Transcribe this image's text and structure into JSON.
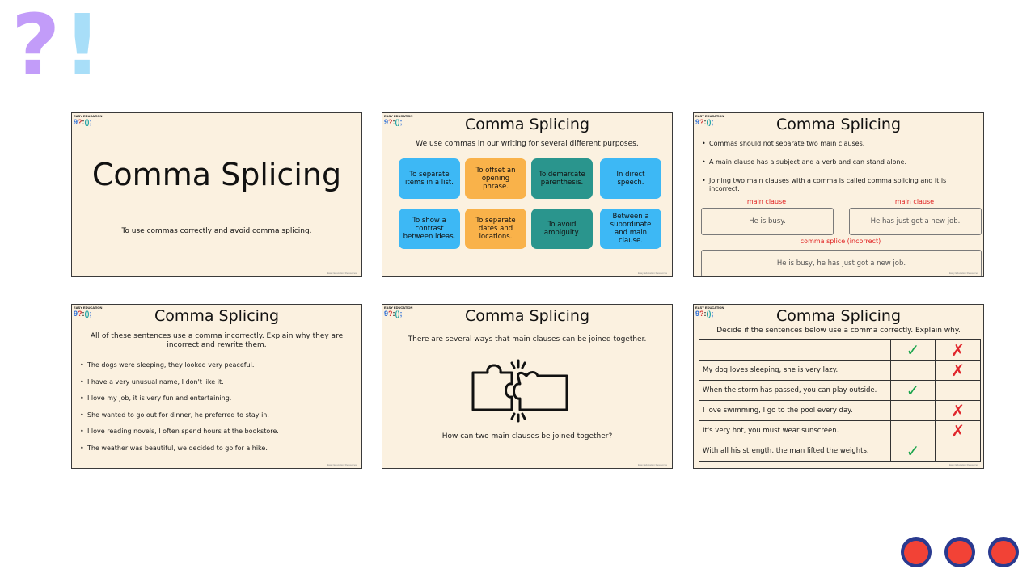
{
  "deco": {
    "question_mark": "?",
    "exclamation_mark": "!"
  },
  "logo": {
    "text": "EASY EDUCATION",
    "glyph1": "9",
    "glyph2": "?",
    "glyph3": ":",
    "glyph4": "()",
    "glyph5": ";"
  },
  "footer": "Easy Education Resources",
  "slide1": {
    "title": "Comma Splicing",
    "subtitle": "To use commas correctly and avoid comma splicing."
  },
  "slide2": {
    "title": "Comma Splicing",
    "intro": "We use commas in our writing for several different purposes.",
    "tiles": [
      {
        "text": "To separate items in a list.",
        "color": "#3db8f5"
      },
      {
        "text": "To offset an opening phrase.",
        "color": "#f9b24a"
      },
      {
        "text": "To demarcate parenthesis.",
        "color": "#2a958d"
      },
      {
        "text": "In direct speech.",
        "color": "#3db8f5"
      },
      {
        "text": "To show a contrast between ideas.",
        "color": "#3db8f5"
      },
      {
        "text": "To separate dates and locations.",
        "color": "#f9b24a"
      },
      {
        "text": "To avoid ambiguity.",
        "color": "#2a958d"
      },
      {
        "text": "Between a subordinate and main clause.",
        "color": "#3db8f5"
      }
    ]
  },
  "slide3": {
    "title": "Comma Splicing",
    "bullets": [
      "Commas should not separate two main clauses.",
      "A main clause has a subject and a verb and can stand alone.",
      "Joining two main clauses with a comma is called comma splicing and it is incorrect."
    ],
    "label_left": "main clause",
    "label_right": "main clause",
    "box_left": "He is busy.",
    "box_right": "He has just got a new job.",
    "splice_label": "comma splice (incorrect)",
    "splice_box": "He is busy, he has just got a new job."
  },
  "slide4": {
    "title": "Comma Splicing",
    "intro": "All of these sentences use a comma incorrectly. Explain why they are incorrect and rewrite them.",
    "bullets": [
      "The dogs were sleeping, they looked very peaceful.",
      "I have a very unusual name, I don't like it.",
      "I love my job, it is very fun and entertaining.",
      "She wanted to go out for dinner, he preferred to stay in.",
      "I love reading novels, I often spend hours at the bookstore.",
      "The weather was beautiful, we decided to go for a hike."
    ]
  },
  "slide5": {
    "title": "Comma Splicing",
    "intro": "There are several ways that main clauses can be joined together.",
    "question": "How can two main clauses be joined together?",
    "icon": "puzzle-pieces-icon"
  },
  "slide6": {
    "title": "Comma Splicing",
    "intro": "Decide if the sentences below use a comma correctly. Explain why.",
    "header_correct": "✓",
    "header_incorrect": "✗",
    "rows": [
      {
        "sentence": "My dog loves sleeping, she is very lazy.",
        "mark": "cross"
      },
      {
        "sentence": "When the storm has passed, you can play outside.",
        "mark": "tick"
      },
      {
        "sentence": "I love swimming, I go to the pool every day.",
        "mark": "cross"
      },
      {
        "sentence": "It's very hot, you must wear sunscreen.",
        "mark": "cross"
      },
      {
        "sentence": "With all his strength, the man lifted the weights.",
        "mark": "tick"
      }
    ],
    "tick_color": "#17a34a",
    "cross_color": "#e0262c"
  },
  "nav_buttons": [
    "nav-button-1",
    "nav-button-2",
    "nav-button-3"
  ]
}
